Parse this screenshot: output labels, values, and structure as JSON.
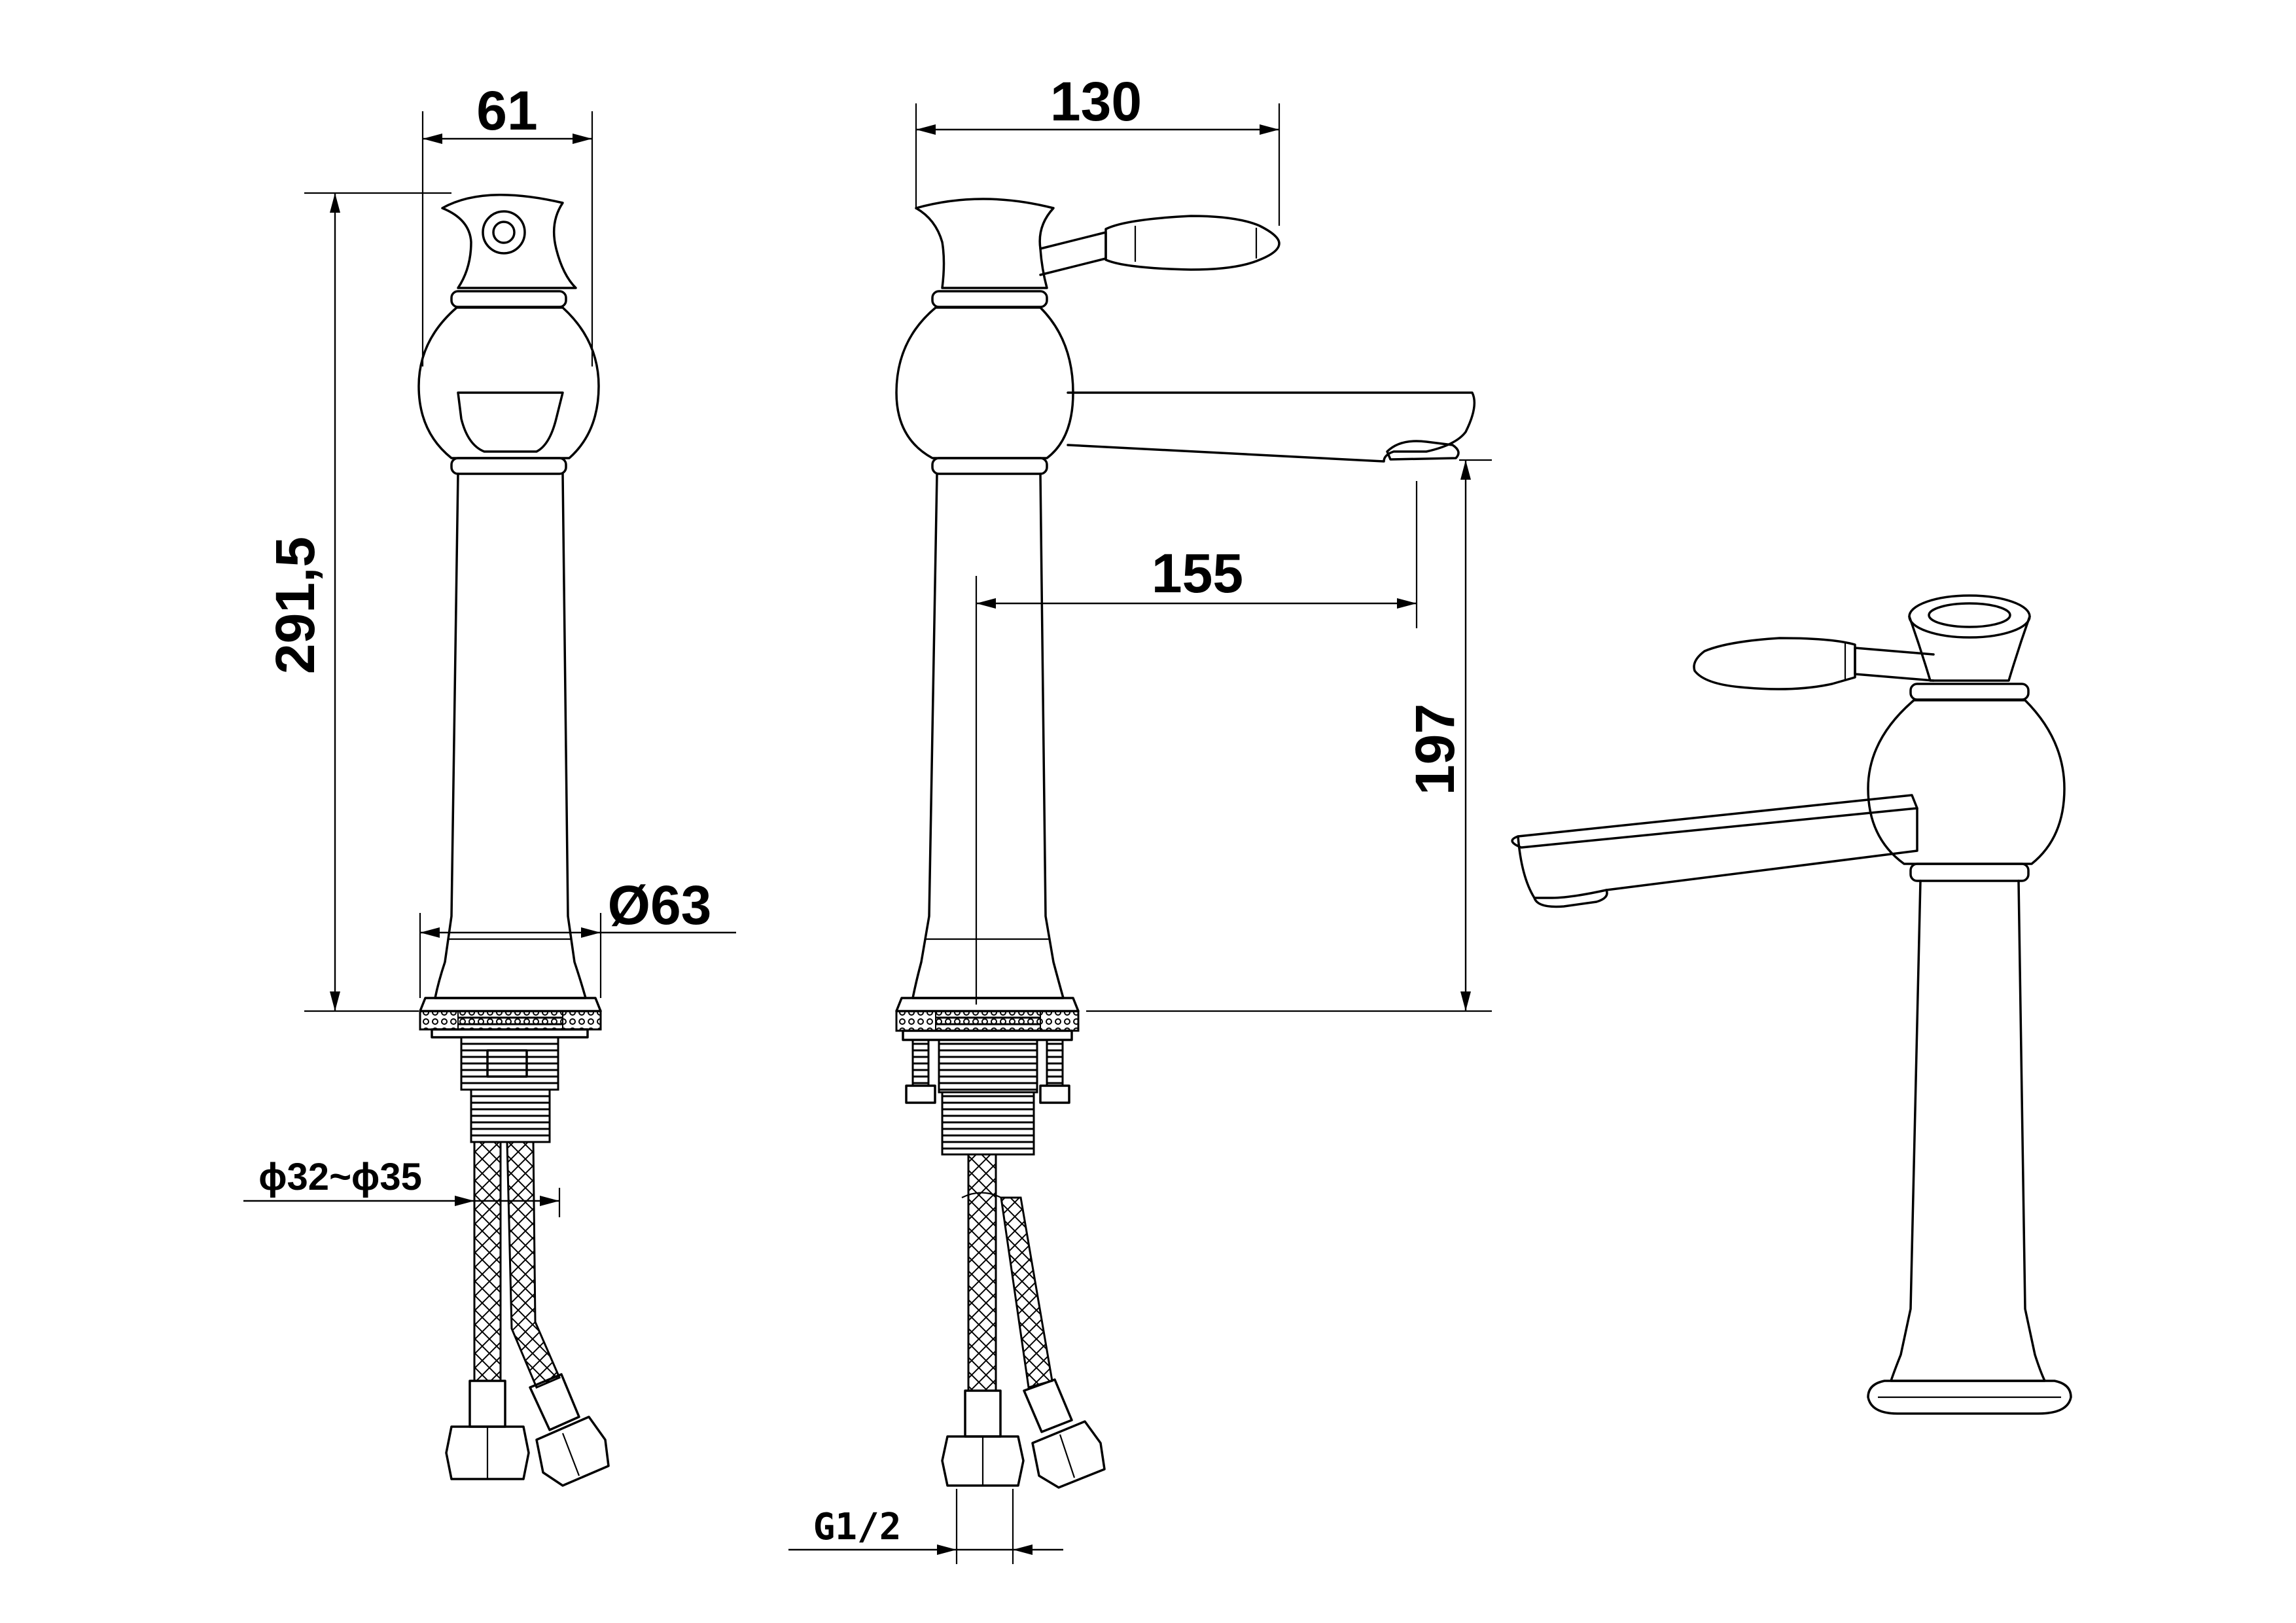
{
  "dimensions": {
    "width_side": "61",
    "width_front": "130",
    "height_total": "291,5",
    "base_diameter": "Ø63",
    "spout_reach": "155",
    "spout_height": "197",
    "hole_diameter": "ϕ32~ϕ35",
    "thread": "G1/2"
  }
}
